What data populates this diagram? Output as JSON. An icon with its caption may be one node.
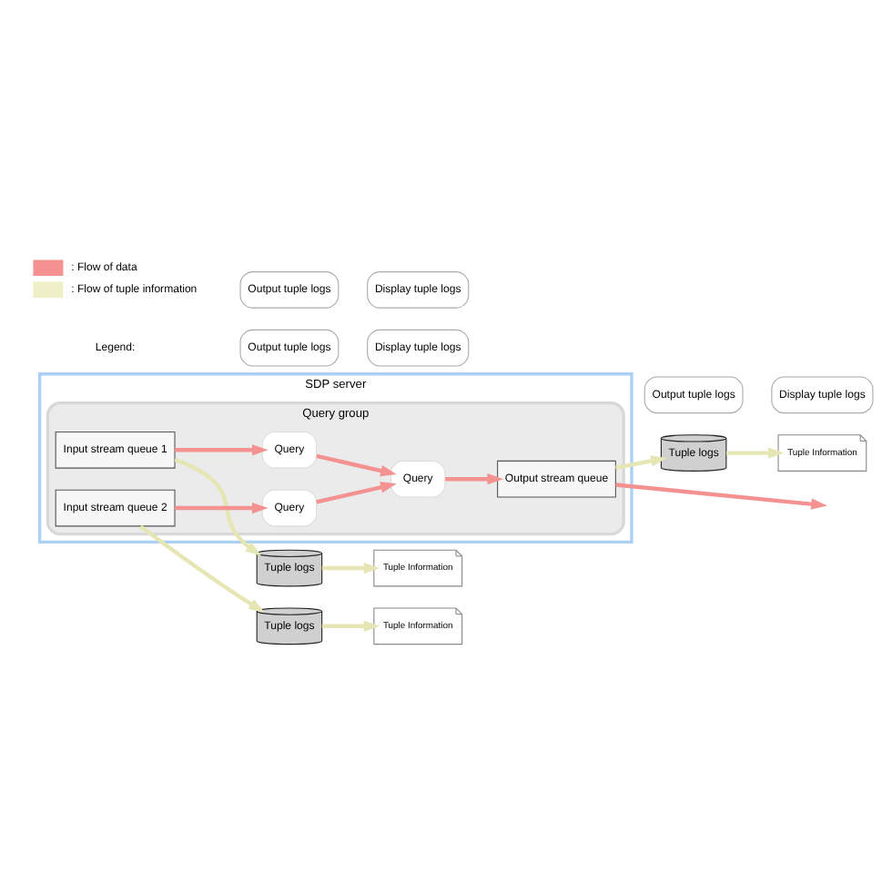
{
  "diagram": {
    "nodes": [
      {
        "text": [
          "SDP server"
        ]
      },
      {
        "text": [
          "Query group"
        ],
        "in": 0
      },
      {
        "text": [
          "Input stream queue 1"
        ],
        "in": 1
      },
      {
        "text": [
          "Input stream queue 2"
        ],
        "in": 1
      },
      {
        "text": [
          "Query"
        ],
        "in": 1
      },
      {
        "text": [
          "Query"
        ],
        "in": 1
      },
      {
        "text": [
          "Query"
        ],
        "in": 1
      },
      {
        "text": [
          "Output stream queue"
        ],
        "in": 1
      },
      {
        "text": [
          "Tuple logs"
        ]
      },
      {
        "text": [
          "Tuple Information"
        ]
      },
      {
        "text": [
          "Display tuple logs"
        ]
      },
      {
        "text": [
          "Output tuple logs"
        ]
      },
      {
        "text": [
          "Tuple logs"
        ]
      },
      {
        "text": [
          "Tuple Information"
        ]
      },
      {
        "text": [
          "Display tuple logs"
        ]
      },
      {
        "text": [
          "Output tuple logs"
        ]
      },
      {
        "text": [
          "Tuple logs"
        ]
      },
      {
        "text": [
          "Tuple Information"
        ]
      },
      {
        "text": [
          "Display tuple logs"
        ]
      },
      {
        "text": [
          "Output tuple logs"
        ]
      }
    ],
    "edges": [
      {
        "from": 2,
        "to": 4,
        "arrow": "to",
        "color": "#f49191"
      },
      {
        "from": 3,
        "to": 5,
        "arrow": "to",
        "color": "#f49191"
      },
      {
        "from": 4,
        "to": 6,
        "arrow": "to",
        "color": "#f49191"
      },
      {
        "from": 5,
        "to": 6,
        "arrow": "to",
        "color": "#f49191"
      },
      {
        "from": 6,
        "to": 7,
        "arrow": "to",
        "color": "#f49191"
      },
      {
        "from": 7,
        "to": null,
        "arrow": "to",
        "color": "#f49191"
      },
      {
        "from": 2,
        "to": 8,
        "arrow": "to",
        "color": "#e6e6b4"
      },
      {
        "from": 8,
        "to": 9,
        "arrow": "to",
        "color": "#e6e6b4"
      },
      {
        "from": 3,
        "to": 12,
        "arrow": "to",
        "color": "#e6e6b4"
      },
      {
        "from": 12,
        "to": 13,
        "arrow": "to",
        "color": "#e6e6b4"
      },
      {
        "from": 7,
        "to": 16,
        "arrow": "to",
        "color": "#e6e6b4"
      },
      {
        "from": 16,
        "to": 17,
        "arrow": "to",
        "color": "#e6e6b4"
      }
    ],
    "labels": [
      "Legend:"
    ],
    "legend": [
      {
        "text": ": Flow of data",
        "color": "#f49191"
      },
      {
        "text": ": Flow of tuple information",
        "color": "#f0f0c8"
      }
    ]
  }
}
